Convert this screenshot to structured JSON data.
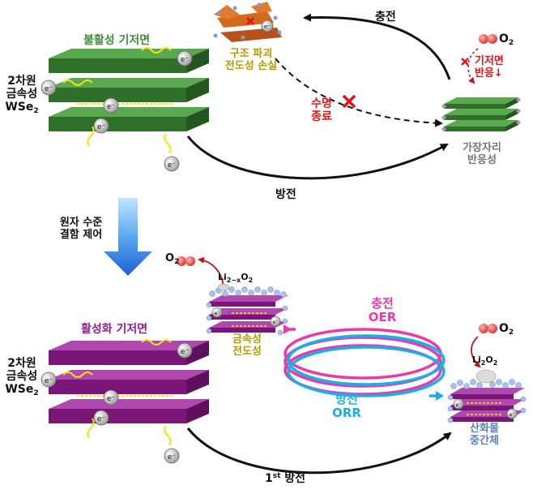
{
  "colors": {
    "inactive_green": "#3f8f3a",
    "active_purple": "#8e1f8c",
    "charge_pink": "#e83aa8",
    "discharge_cyan": "#1ab0e6",
    "warning_red": "#e0141b",
    "gold_text": "#b59a00",
    "electron_yellow": "#f5e600",
    "o2_red": "#e8534f"
  },
  "top": {
    "inactive_basal_plane": "불활성 기저면",
    "material_line1": "2차원",
    "material_line2": "금속성",
    "material_formula": "WSe",
    "material_subscript": "2",
    "structure_line1": "구조 파괴",
    "structure_line2": "전도성 손실",
    "charge_label": "충전",
    "o2_label": "O",
    "o2_subscript": "2",
    "basal_reaction_line1": "기저면",
    "basal_reaction_line2": "반응↓",
    "lifetime_line1": "수명",
    "lifetime_line2": "종료",
    "edge_line1": "가장자리",
    "edge_line2": "반응성",
    "discharge_label": "방전",
    "electron": "e⁻"
  },
  "middle": {
    "control_line1": "원자 수준",
    "control_line2": "결함 제어"
  },
  "bottom": {
    "active_basal_plane": "활성화 기저면",
    "material_line1": "2차원",
    "material_line2": "금속성",
    "material_formula": "WSe",
    "material_subscript": "2",
    "o2_label": "O",
    "o2_subscript": "2",
    "li_label": "Li",
    "li_subscript": "2−x",
    "li_o": "O",
    "li_o_subscript": "2",
    "metallic_line1": "금속성",
    "metallic_line2": "전도성",
    "charge_label": "충전",
    "oer_label": "OER",
    "discharge_label": "방전",
    "orr_label": "ORR",
    "o2_right_label": "O",
    "o2_right_subscript": "2",
    "li2o2_label": "Li",
    "li2o2_sub1": "2",
    "li2o2_o": "O",
    "li2o2_sub2": "2",
    "oxide_line1": "산화물",
    "oxide_line2": "중간체",
    "first_discharge_num": "1",
    "first_discharge_sup": "st",
    "first_discharge_word": "방전",
    "electron": "e⁻"
  }
}
